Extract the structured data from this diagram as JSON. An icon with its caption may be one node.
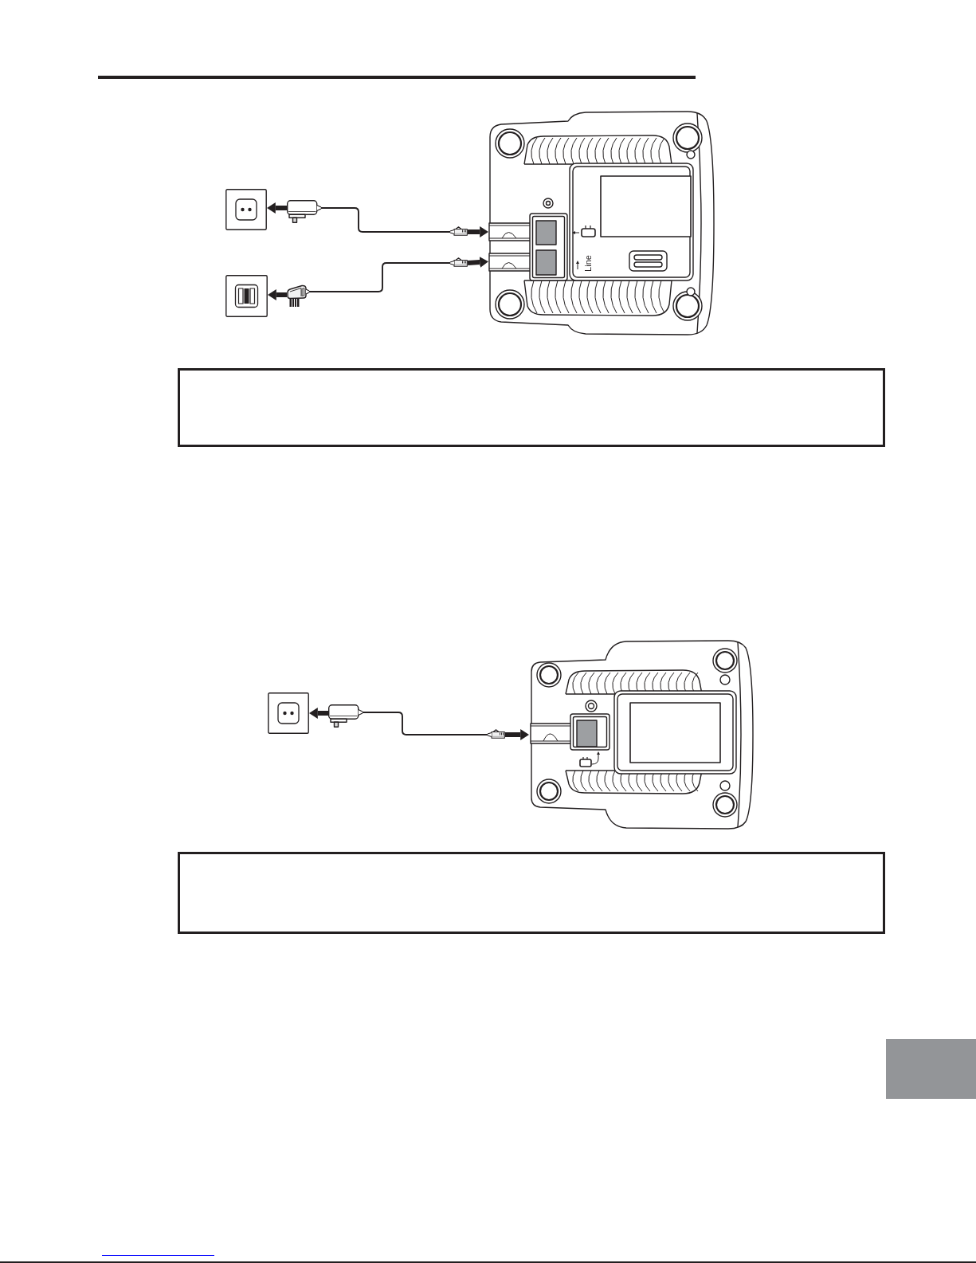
{
  "diagram": {
    "nodes": [
      {
        "text": [],
        "shape": "picture"
      },
      {
        "text": [],
        "shape": "picture"
      },
      {
        "text": [],
        "shape": "picture"
      },
      {
        "text": [],
        "shape": "picture"
      },
      {
        "text": [],
        "shape": "picture"
      },
      {
        "text": [],
        "shape": "picture"
      },
      {
        "text": [],
        "shape": "picture"
      },
      {
        "text": [],
        "shape": "box"
      },
      {
        "text": [],
        "shape": "picture"
      },
      {
        "text": [],
        "shape": "picture"
      },
      {
        "text": [],
        "shape": "picture"
      },
      {
        "text": [],
        "shape": "picture"
      },
      {
        "text": [],
        "shape": "box"
      },
      {
        "text": [],
        "shape": "box"
      }
    ],
    "edges": [
      {
        "from": 1,
        "to": 0,
        "arrow": "to"
      },
      {
        "from": 1,
        "to": 2,
        "arrow": "none"
      },
      {
        "from": 2,
        "to": 3,
        "arrow": "to"
      },
      {
        "from": 5,
        "to": 4,
        "arrow": "to"
      },
      {
        "from": 5,
        "to": 6,
        "arrow": "none"
      },
      {
        "from": 6,
        "to": 3,
        "arrow": "to"
      },
      {
        "from": 9,
        "to": 8,
        "arrow": "to"
      },
      {
        "from": 9,
        "to": 10,
        "arrow": "none"
      },
      {
        "from": 10,
        "to": 11,
        "arrow": "to"
      }
    ],
    "labels": [
      "Line"
    ]
  }
}
